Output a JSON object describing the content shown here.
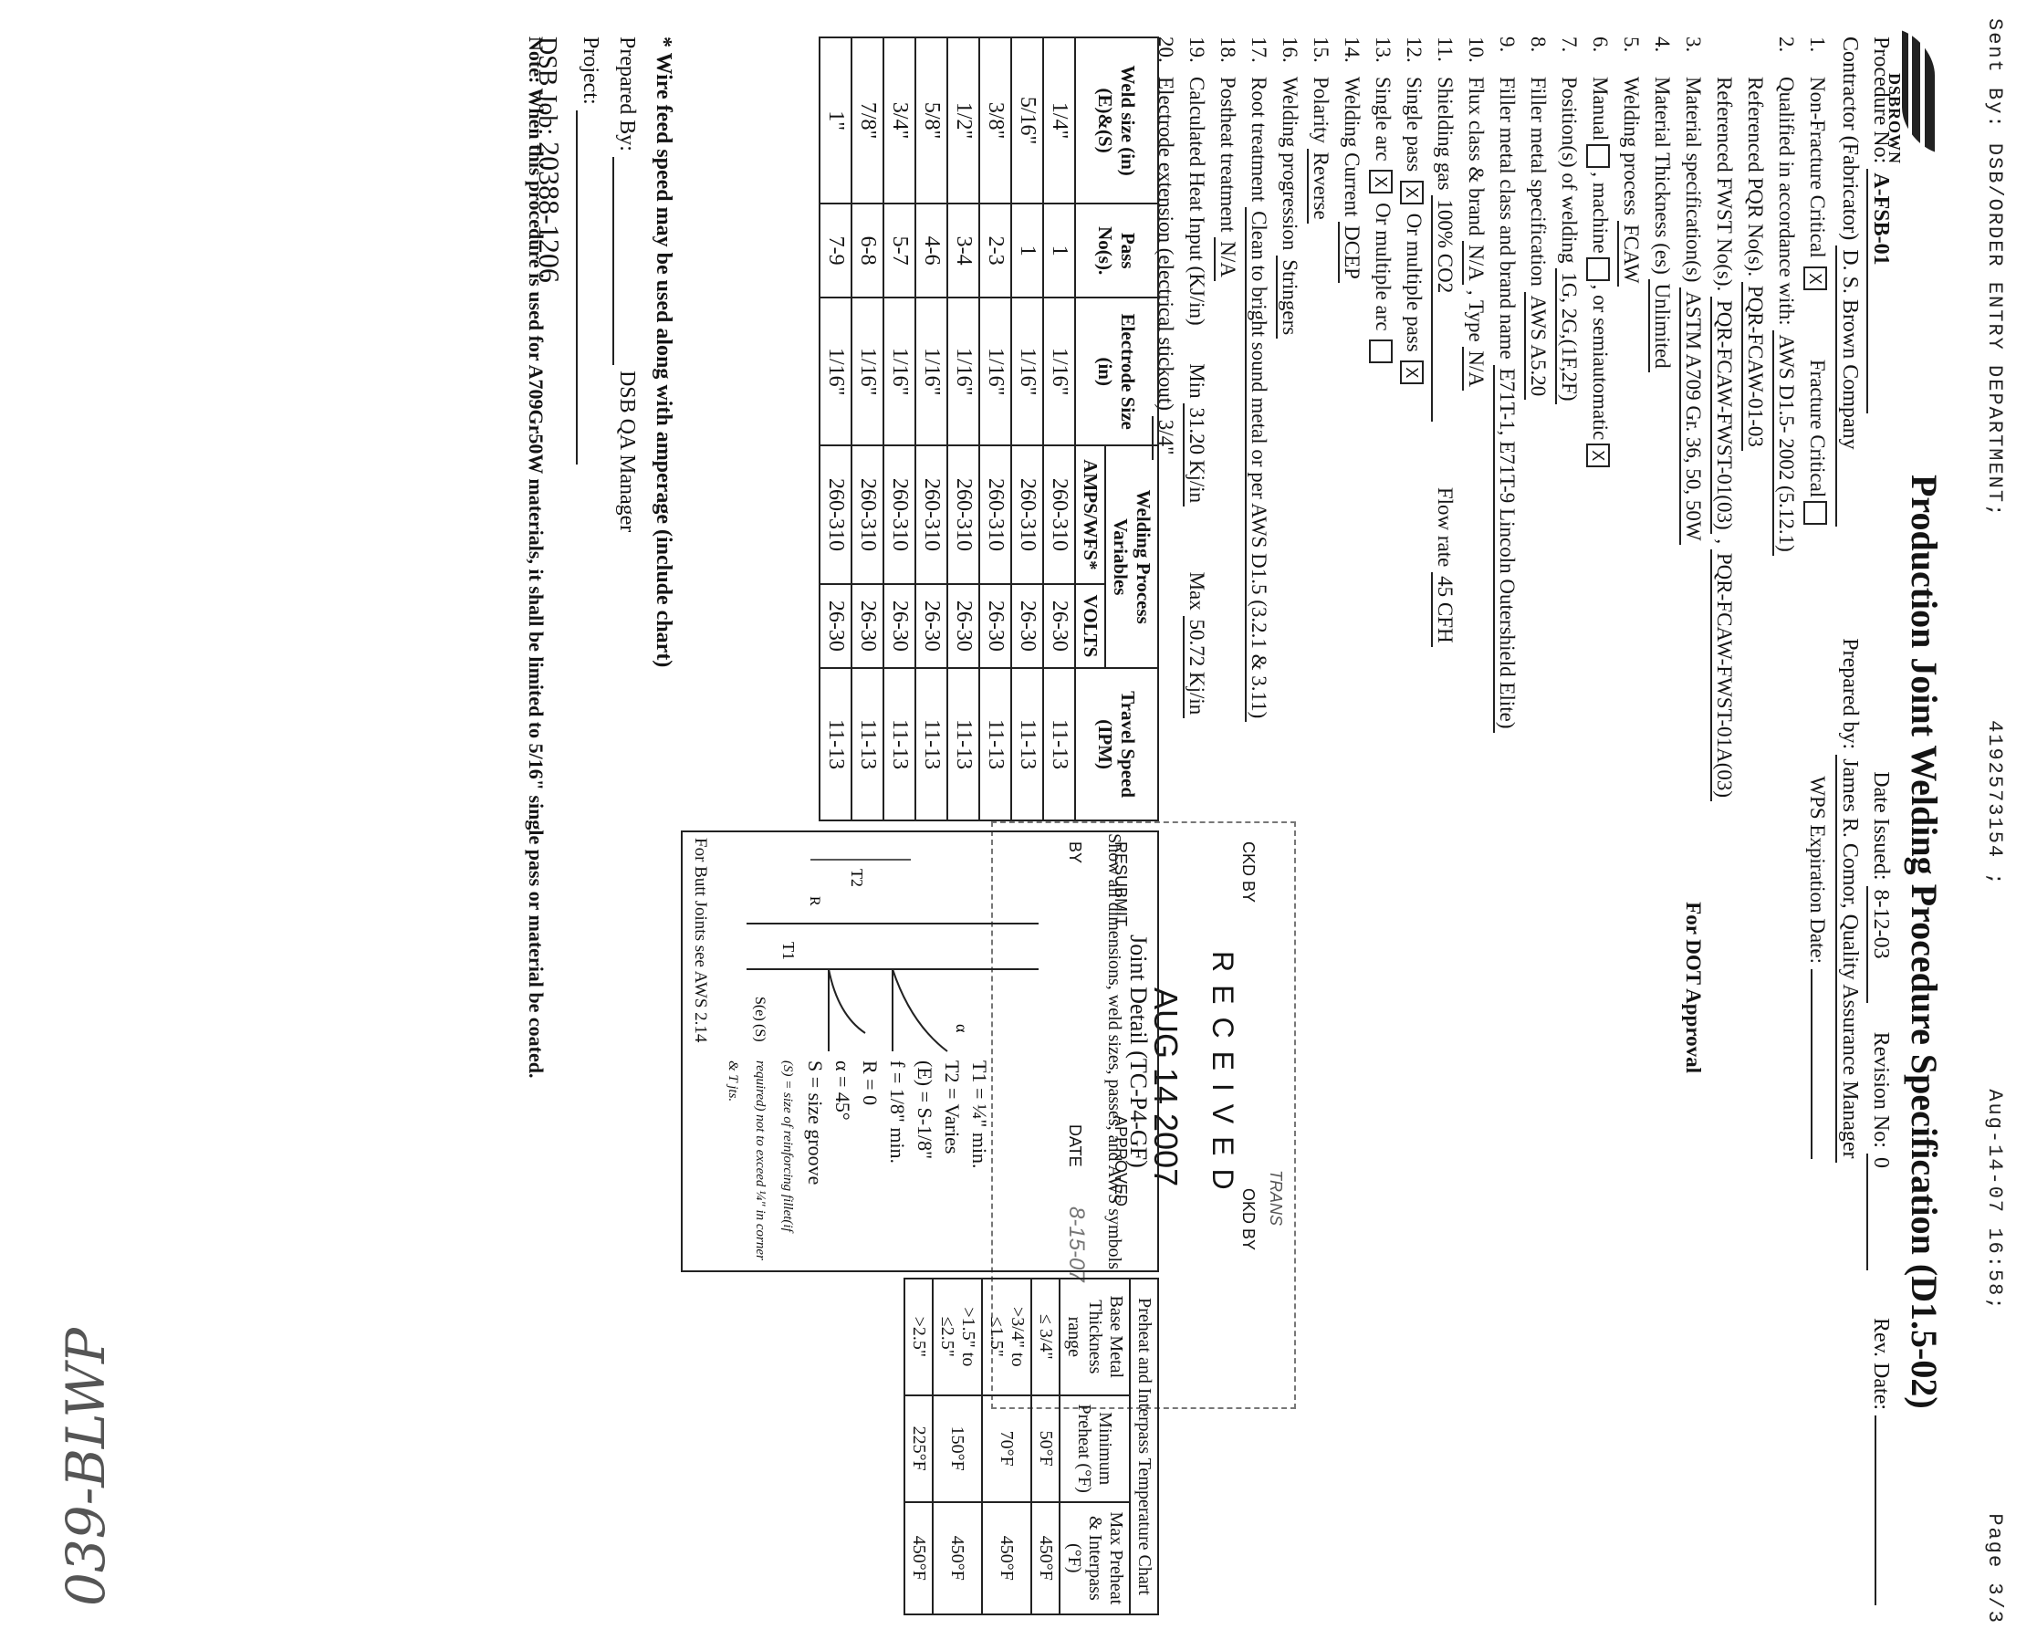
{
  "fax": {
    "sender": "Sent By: DSB/ORDER ENTRY DEPARTMENT;",
    "phone": "4192573154 ;",
    "datetime": "Aug-14-07 16:58;",
    "page": "Page 3/3"
  },
  "doc": {
    "logo_text": "DSBROWN",
    "title": "Production Joint Welding Procedure Specification (D1.5-02)",
    "procedure_no_label": "Procedure No:",
    "procedure_no": "A-FSB-01",
    "date_issued_label": "Date Issued:",
    "date_issued": "8-12-03",
    "revision_no_label": "Revision No:",
    "revision_no": "0",
    "rev_date_label": "Rev. Date:",
    "contractor_label": "Contractor (Fabricator)",
    "contractor": "D. S. Brown Company",
    "prepared_by_label": "Prepared by:",
    "prepared_by": "James R. Comor, Quality Assurance Manager",
    "line1_label": "Non-Fracture Critical",
    "line1_mark": "X",
    "line1_fc": "Fracture Critical",
    "wps_exp": "WPS Expiration Date:",
    "line2_label": "Qualified in accordance with:",
    "line2_value": "AWS D1.5- 2002 (5.12.1)",
    "pqr_label": "Referenced PQR No(s).",
    "pqr_value": "PQR-FCAW-01-03",
    "fwst_label": "Referenced FWST No(s).",
    "fwst_value1": "PQR-FCAW-FWST-01(03)",
    "fwst_value2": "PQR-FCAW-FWST-01A(03)",
    "line3_label": "Material specification(s)",
    "line3_value": "ASTM A709 Gr. 36, 50, 50W",
    "dot_approval": "For DOT Approval",
    "line4_label": "Material Thickness (es)",
    "line4_value": "Unlimited",
    "line5_label": "Welding process",
    "line5_value": "FCAW",
    "line6_label": "Manual",
    "line6_machine": "machine",
    "line6_semi": "or semiautomatic",
    "line6_mark": "X",
    "line7_label": "Position(s) of welding",
    "line7_value": "1G, 2G,(1F,2F)",
    "line8_label": "Filler metal specification",
    "line8_value": "AWS A5.20",
    "line9_label": "Filler metal class and brand name",
    "line9_value": "E71T-1, E71T-9 Lincoln Outershield Elite)",
    "line10_label": "Flux class & brand",
    "line10_value": "N/A",
    "line10_type": "Type",
    "line10_type_value": "N/A",
    "line11_label": "Shielding gas",
    "line11_value": "100% CO2",
    "line11_flow": "Flow rate",
    "line11_flow_value": "45 CFH",
    "line12_label": "Single pass",
    "line12_mark1": "X",
    "line12_or": "Or multiple pass",
    "line12_mark2": "X",
    "line13_label": "Single arc",
    "line13_mark": "X",
    "line13_or": "Or multiple arc",
    "line14_label": "Welding Current",
    "line14_value": "DCEP",
    "line15_label": "Polarity",
    "line15_value": "Reverse",
    "line16_label": "Welding progression",
    "line16_value": "Stringers",
    "line17_label": "Root treatment",
    "line17_value": "Clean to bright sound metal or per AWS D1.5 (3.2.1 & 3.11)",
    "line18_label": "Postheat treatment",
    "line18_value": "N/A",
    "line19_label": "Calculated Heat Input (KJ/in)",
    "line19_min": "Min",
    "line19_min_value": "31.20 Kj/in",
    "line19_max": "Max",
    "line19_max_value": "50.72 Kj/in",
    "line20_label": "Electrode extension (electrical stickout)",
    "line20_value": "3/4\""
  },
  "table": {
    "headers": [
      "Weld size (in) (E)&(S)",
      "Pass No(s).",
      "Electrode Size (in)",
      "AMPS/WFS*",
      "VOLTS",
      "Travel Speed (IPM)"
    ],
    "group_header": "Welding Process Variables",
    "rows": [
      [
        "1/4\"",
        "1",
        "1/16\"",
        "260-310",
        "26-30",
        "11-13"
      ],
      [
        "5/16\"",
        "1",
        "1/16\"",
        "260-310",
        "26-30",
        "11-13"
      ],
      [
        "3/8\"",
        "2-3",
        "1/16\"",
        "260-310",
        "26-30",
        "11-13"
      ],
      [
        "1/2\"",
        "3-4",
        "1/16\"",
        "260-310",
        "26-30",
        "11-13"
      ],
      [
        "5/8\"",
        "4-6",
        "1/16\"",
        "260-310",
        "26-30",
        "11-13"
      ],
      [
        "3/4\"",
        "5-7",
        "1/16\"",
        "260-310",
        "26-30",
        "11-13"
      ],
      [
        "7/8\"",
        "6-8",
        "1/16\"",
        "260-310",
        "26-30",
        "11-13"
      ],
      [
        "1\"",
        "7-9",
        "1/16\"",
        "260-310",
        "26-30",
        "11-13"
      ]
    ]
  },
  "joint": {
    "title": "Joint Detail (TC-P4-GF)",
    "subtitle": "Show all dimensions, weld sizes, passes, and AWS symbols",
    "dims": [
      "T1 = ¼\" min.",
      "T2 = Varies",
      "(E) = S-1/8\"",
      "f = 1/8\" min.",
      "R = 0",
      "α = 45°",
      "S = size groove"
    ],
    "s_note": "(S) = size of reinforcing fillet(if required) not to exceed ¼\" in corner & T jts.",
    "butt_note": "For Butt Joints see AWS 2.14",
    "labels": {
      "t1": "T1",
      "t2": "T2",
      "r": "R",
      "alpha": "α",
      "se": "S(e)",
      "s": "(S)"
    }
  },
  "preheat": {
    "title": "Preheat and Interpass Temperature Chart",
    "headers": [
      "Base Metal Thickness range",
      "Minimum Preheat (°F)",
      "Max Preheat & Interpass (°F)"
    ],
    "rows": [
      [
        "≤ 3/4\"",
        "50°F",
        "450°F"
      ],
      [
        ">3/4\" to ≤1.5\"",
        "70°F",
        "450°F"
      ],
      [
        ">1.5\" to ≤2.5\"",
        "150°F",
        "450°F"
      ],
      [
        ">2.5\"",
        "225°F",
        "450°F"
      ]
    ]
  },
  "footer": {
    "wfs_note": "* Wire feed speed may be used along with amperage (include chart)",
    "prepared_by_label": "Prepared By:",
    "prepared_by_title": "DSB QA Manager",
    "project_label": "Project:",
    "job_label": "DSB Job:",
    "job_value": "20388-1206",
    "note": "Note: When this procedure is used for A709Gr50W materials, it shall be limited to 5/16\" single pass or material be coated."
  },
  "stamp": {
    "received": "RECEIVED",
    "date": "AUG 14 2007",
    "ckd_by": "CKD BY",
    "okd_by": "OKD BY",
    "resubmit": "RESUBMIT",
    "approved": "APPROVED",
    "by": "BY",
    "date_label": "DATE",
    "handwritten_date": "8-15-07",
    "handwritten_top": "TRANS"
  },
  "handwriting": "039-BLWP"
}
